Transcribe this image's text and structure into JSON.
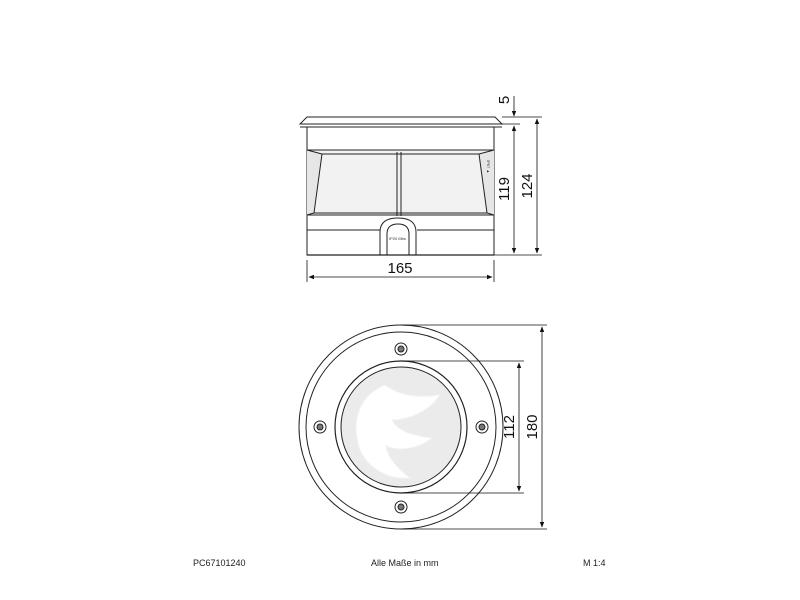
{
  "dimensions": {
    "width": "165",
    "top_offset": "5",
    "body_height": "119",
    "total_height": "124",
    "inner_diameter": "112",
    "outer_diameter": "180"
  },
  "labels": {
    "ip_marking": "IP67 ▲",
    "lens_marking": "IP20 Mbs"
  },
  "footer": {
    "part_number": "PC67101240",
    "units_note": "Alle Maße in mm",
    "scale": "M 1:4"
  }
}
